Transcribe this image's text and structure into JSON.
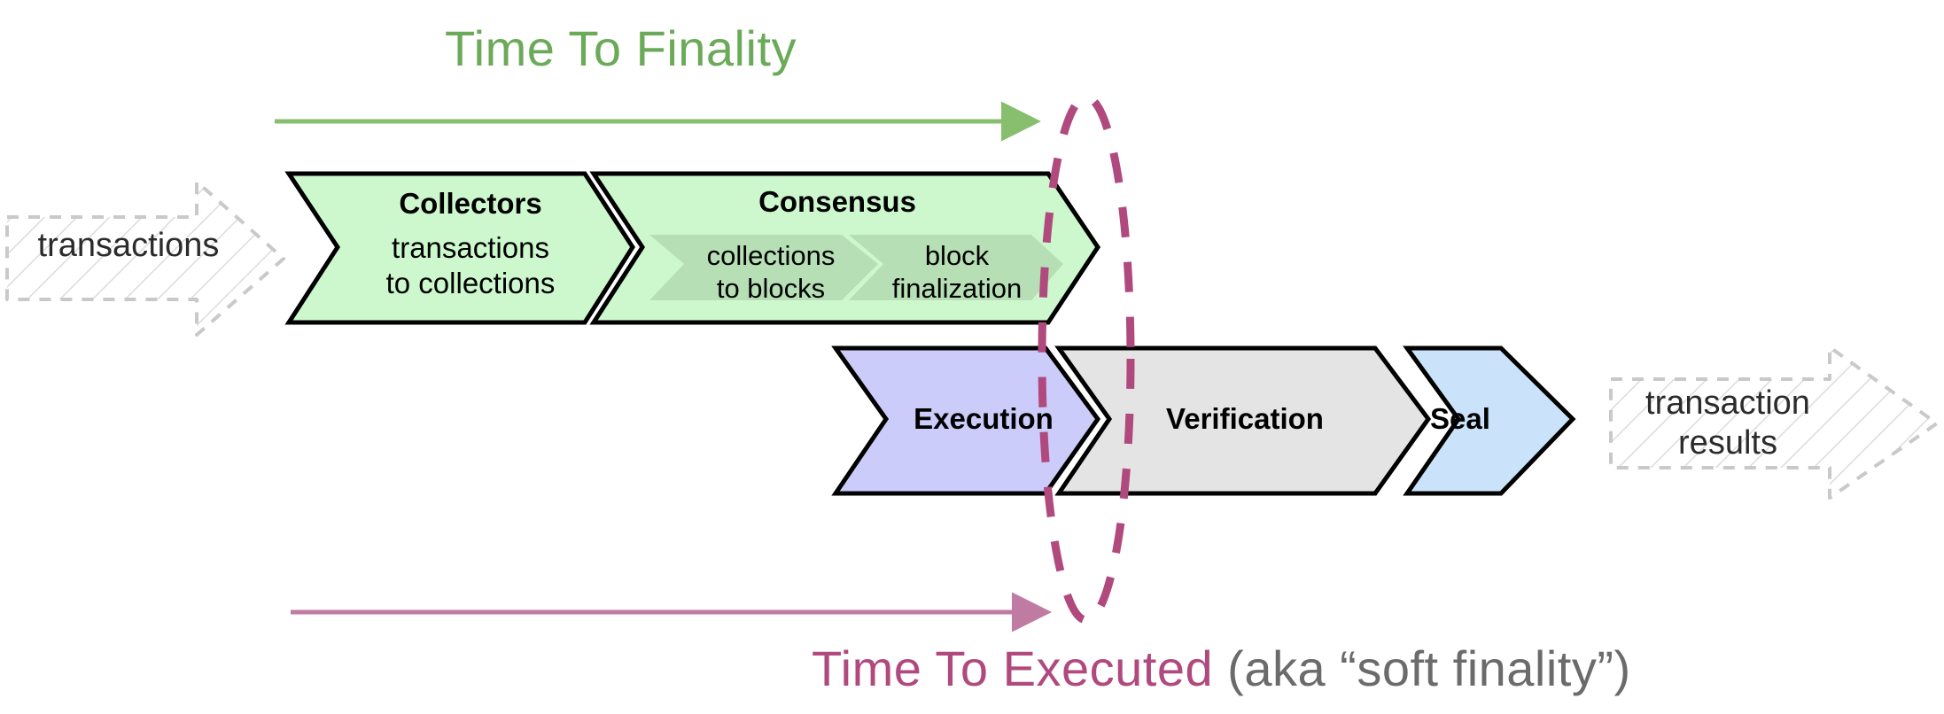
{
  "diagram": {
    "title_top": "Time To Finality",
    "title_bottom_main": "Time To Executed",
    "title_bottom_sub": "(aka “soft finality”)",
    "input_label": "transactions",
    "output_label": "transaction\nresults",
    "colors": {
      "green_accent": "#6aaa58",
      "magenta_accent": "#b04a7e",
      "gray_text": "#6b6b6b",
      "block_green_fill": "#cdf8cd",
      "block_green_inner_fill": "#b6dfb6",
      "block_purple_fill": "#ccccfa",
      "block_gray_fill": "#e4e4e4",
      "block_blue_fill": "#cbe3fa",
      "block_stroke": "#000000",
      "ghost_stroke": "#c9c9c9"
    },
    "stages_row_top": [
      {
        "name": "collectors",
        "title": "Collectors",
        "subtitle": "transactions\nto collections",
        "fill": "#cdf8cd"
      },
      {
        "name": "consensus",
        "title": "Consensus",
        "subtitle": "",
        "fill": "#cdf8cd",
        "inner": [
          {
            "name": "collections-to-blocks",
            "label": "collections\nto blocks"
          },
          {
            "name": "block-finalization",
            "label": "block\nfinalization"
          }
        ]
      }
    ],
    "stages_row_bottom": [
      {
        "name": "execution",
        "title": "Execution",
        "fill": "#ccccfa"
      },
      {
        "name": "verification",
        "title": "Verification",
        "fill": "#e4e4e4"
      },
      {
        "name": "seal",
        "title": "Seal",
        "fill": "#cbe3fa"
      }
    ],
    "annotations": {
      "top_arrow_name": "time-to-finality-arrow",
      "bottom_arrow_name": "time-to-executed-arrow",
      "ellipse_name": "finality-boundary-ellipse"
    }
  }
}
